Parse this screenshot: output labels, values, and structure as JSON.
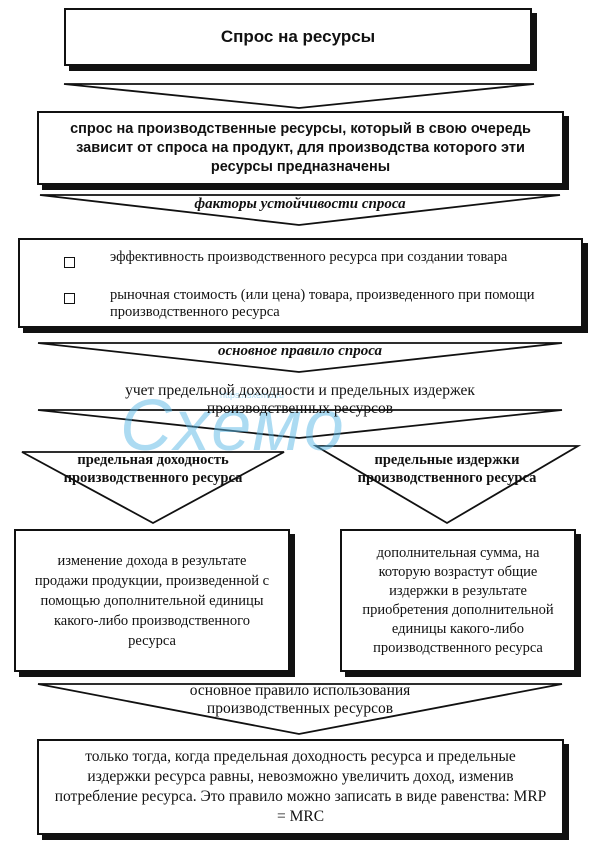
{
  "title": "Спрос на ресурсы",
  "definition": "спрос на производственные ресурсы, который в свою очередь зависит от спроса на продукт, для производства которого эти ресурсы предназначены",
  "factors_label": "факторы устойчивости спроса",
  "factors": [
    "эффективность производственного ресурса при создании товара",
    "рыночная стоимость (или цена) товара, произведенного при помощи производственного ресурса"
  ],
  "basic_rule_label": "основное правило спроса",
  "basic_rule_text": "учет предельной доходности и предельных издержек производственных ресурсов",
  "left_heading": "предельная доходность производственного ресурса",
  "right_heading": "предельные издержки производственного ресурса",
  "left_box": "изменение дохода в результате продажи продукции, произведенной с помощью дополнительной единицы какого-либо производственного ресурса",
  "right_box": "дополнительная сумма, на которую возрастут общие издержки в результате приобретения дополнительной единицы какого-либо производственного ресурса",
  "usage_rule_label": "основное правило использования производственных ресурсов",
  "final_box": "только тогда, когда предельная доходность ресурса и предельные издержки ресурса равны, невозможно увеличить доход, изменив потребление ресурса. Это правило можно записать в виде равенства: MRP = MRC",
  "watermark": {
    "text": "Схемо",
    "url": "https://sxemo.ru"
  }
}
